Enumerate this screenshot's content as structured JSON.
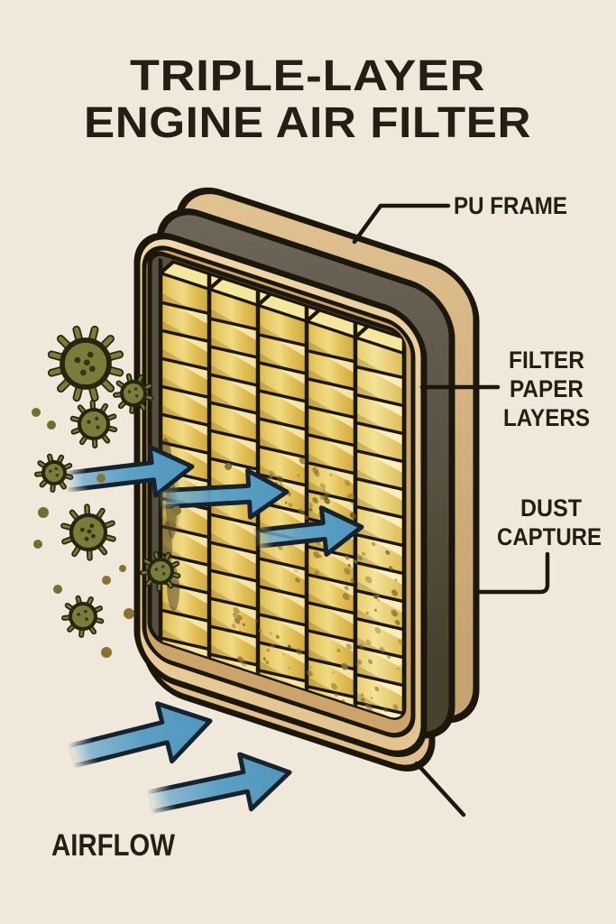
{
  "title": {
    "line1": "TRIPLE-LAYER",
    "line2": "ENGINE AIR FILTER"
  },
  "labels": {
    "pu_frame": "PU FRAME",
    "filter_paper_layers": [
      "FILTER",
      "PAPER",
      "LAYERS"
    ],
    "dust_capture": [
      "DUST",
      "CAPTURE"
    ],
    "airflow": "AIRFLOW"
  },
  "colors": {
    "background": "#F0E9DB",
    "ink": "#241F15",
    "outline": "#1C170D",
    "frame_tan": "#ECD2A2",
    "frame_tan_shade": "#E2C28C",
    "frame_bevel": "#CCA46A",
    "frame_gray": "#6E6557",
    "frame_gray_dark": "#49412F",
    "frame_back_tan": "#DFBF8A",
    "interior_dark": "#57503E",
    "pleat_yellow": "#E5C35C",
    "pleat_light": "#F5E79E",
    "pleat_shadow": "#C79F3B",
    "arrow_blue": "#4E97BD",
    "arrow_blue_light": "#7FB3D2",
    "arrow_outline": "#16222E",
    "particle_olive": "#7A7C3B",
    "particle_olive_dark": "#6D6F33",
    "particle_outline": "#26260F",
    "dust_speck": "#8A7230",
    "dust_speck_dark": "#6B571F"
  }
}
